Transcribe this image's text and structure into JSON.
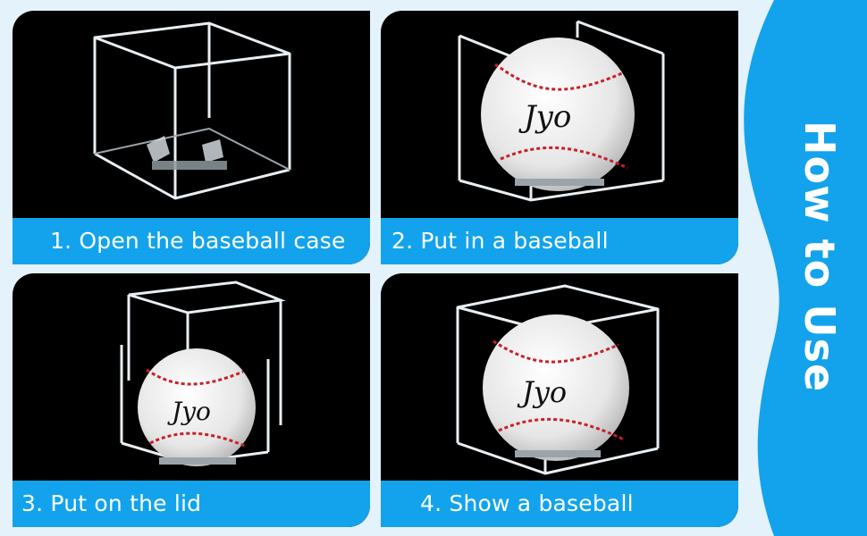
{
  "sidebar": {
    "title": "How to Use"
  },
  "steps": [
    {
      "label": "1. Open the baseball case"
    },
    {
      "label": "2. Put in a baseball"
    },
    {
      "label": "3. Put on the lid"
    },
    {
      "label": "4. Show a baseball"
    }
  ],
  "colors": {
    "accent": "#12a3ec",
    "background": "#e3f2fb",
    "panel": "#000000",
    "stitch": "#c8202a"
  },
  "signature_icon": "signature-mark"
}
